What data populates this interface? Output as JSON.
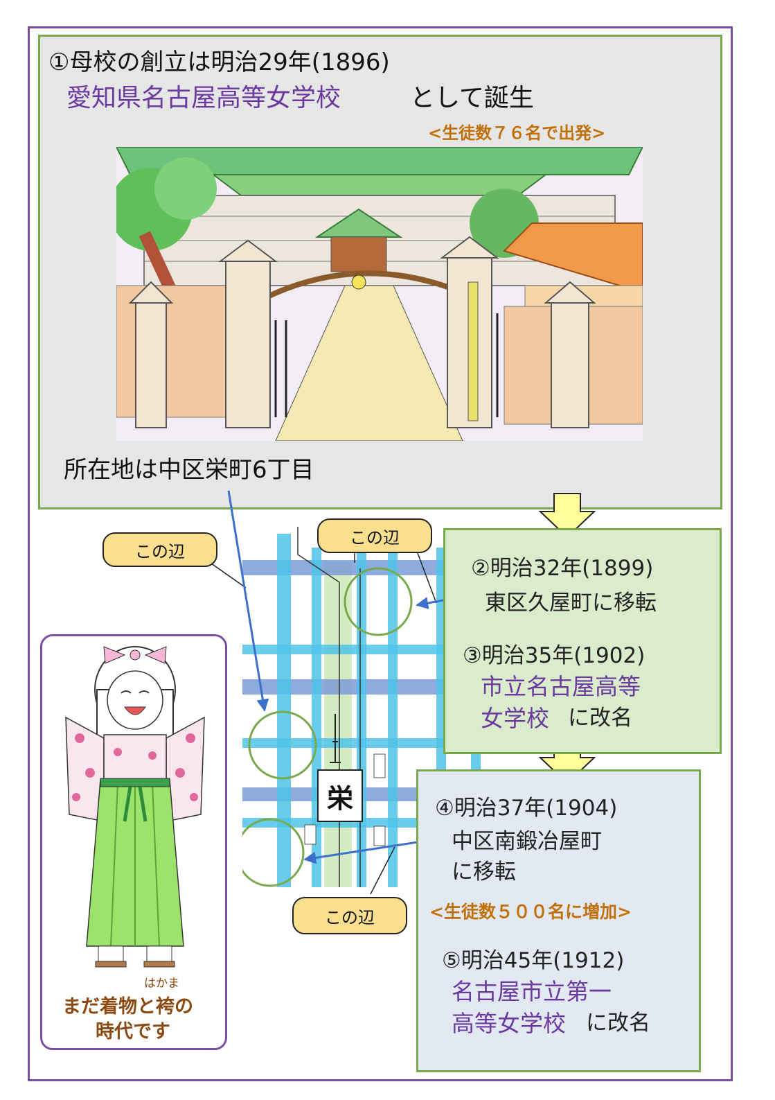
{
  "header": {
    "line1": "①母校の創立は明治29年(1896)",
    "school_name": "愛知県名古屋高等女学校",
    "school_suffix": "として誕生",
    "students_start": "<生徒数７６名で出発>"
  },
  "location_label": "所在地は中区栄町6丁目",
  "map": {
    "bubble_left": "この辺",
    "bubble_top": "この辺",
    "bubble_bottom": "この辺",
    "sakae_label": "栄"
  },
  "timeline": {
    "item2_date": "②明治32年(1899)",
    "item2_text": "東区久屋町に移転",
    "item3_date": "③明治35年(1902)",
    "item3_name_line1": "市立名古屋高等",
    "item3_name_line2": "女学校",
    "item3_suffix": "に改名",
    "item4_date": "④明治37年(1904)",
    "item4_text_line1": "中区南鍛冶屋町",
    "item4_text_line2": "に移転",
    "item4_students": "<生徒数５００名に増加>",
    "item5_date": "⑤明治45年(1912)",
    "item5_name_line1": "名古屋市立第一",
    "item5_name_line2": "高等女学校",
    "item5_suffix": "に改名"
  },
  "caption": {
    "ruby": "はかま",
    "line1": "まだ着物と袴の",
    "line2": "時代です"
  },
  "colors": {
    "frame": "#7a4ea3",
    "section_border": "#7aa84d",
    "accent_purple": "#6b3aa0",
    "accent_orange": "#c2700a",
    "bubble": "#f9df8e",
    "arrow": "#ffff99"
  }
}
